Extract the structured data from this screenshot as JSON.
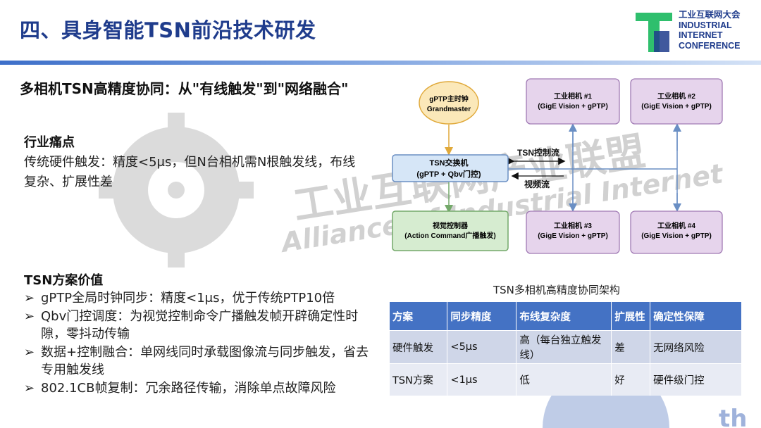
{
  "header": {
    "title": "四、具身智能TSN前沿技术研发",
    "logo_lines": [
      "工业互联网大会",
      "INDUSTRIAL",
      "INTERNET",
      "CONFERENCE"
    ]
  },
  "subtitle": "多相机TSN高精度协同：从\"有线触发\"到\"网络融合\"",
  "pain": {
    "heading": "行业痛点",
    "text": "传统硬件触发：精度<5μs，但N台相机需N根触发线，布线复杂、扩展性差"
  },
  "value": {
    "heading": "TSN方案价值",
    "bullet_marker": "➢",
    "items": [
      "gPTP全局时钟同步：精度<1μs，优于传统PTP10倍",
      "Qbv门控调度：为视觉控制命令广播触发帧开辟确定性时隙，零抖动传输",
      "数据+控制融合：单网线同时承载图像流与同步触发，省去专用触发线",
      "802.1CB帧复制：冗余路径传输，消除单点故障风险"
    ]
  },
  "diagram": {
    "grandmaster": [
      "gPTP主时钟",
      "Grandmaster"
    ],
    "switch": [
      "TSN交换机",
      "(gPTP + Qbv门控)"
    ],
    "controller": [
      "视觉控制器",
      "(Action Command广播触发)"
    ],
    "tsn_control_flow": "TSN控制流",
    "video_flow": "视频流",
    "cameras": [
      {
        "name": "工业相机 #1",
        "spec": "(GigE Vision + gPTP)"
      },
      {
        "name": "工业相机 #2",
        "spec": "(GigE Vision + gPTP)"
      },
      {
        "name": "工业相机 #3",
        "spec": "(GigE Vision + gPTP)"
      },
      {
        "name": "工业相机 #4",
        "spec": "(GigE Vision + gPTP)"
      }
    ],
    "caption": "TSN多相机高精度协同架构"
  },
  "table": {
    "headers": [
      "方案",
      "同步精度",
      "布线复杂度",
      "扩展性",
      "确定性保障"
    ],
    "rows": [
      [
        "硬件触发",
        "<5μs",
        "高（每台独立触发线）",
        "差",
        "无网络风险"
      ],
      [
        "TSN方案",
        "<1μs",
        "低",
        "好",
        "硬件级门控"
      ]
    ]
  },
  "watermark": {
    "cn": "工业互联网产业联盟",
    "en": "Alliance of Industrial Internet",
    "corner": "th"
  },
  "colors": {
    "title_blue": "#1f3c8c",
    "table_header": "#4472c4",
    "node_yellow": "#fbe8b9",
    "node_purple": "#e6d4ec",
    "node_blue": "#d6e6f7",
    "node_green": "#d6ecd0",
    "logo_green": "#2fbf6d"
  }
}
